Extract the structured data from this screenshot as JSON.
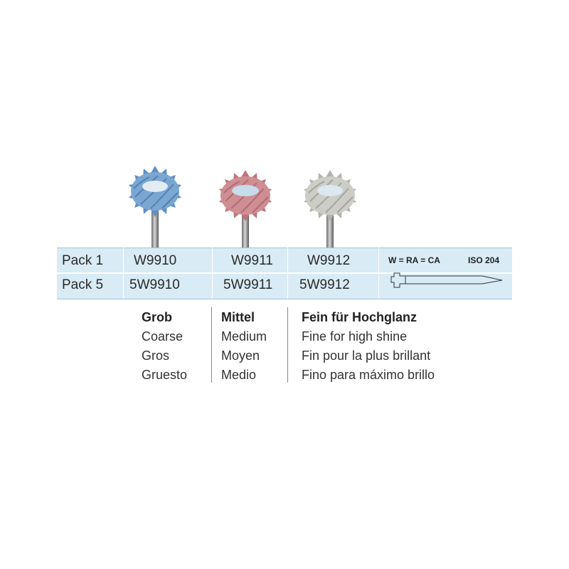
{
  "products": [
    {
      "color": "#7aa6d2",
      "pack1": "W9910",
      "pack5": "5W9910"
    },
    {
      "color": "#cf8e93",
      "pack1": "W9911",
      "pack5": "5W9911"
    },
    {
      "color": "#c8c8c2",
      "pack1": "W9912",
      "pack5": "5W9912"
    }
  ],
  "rows": {
    "pack1_label": "Pack 1",
    "pack5_label": "Pack 5"
  },
  "shank": {
    "type_label": "W = RA = CA",
    "iso_label": "ISO 204"
  },
  "grades": [
    {
      "head": "Grob",
      "lines": [
        "Coarse",
        "Gros",
        "Gruesto"
      ]
    },
    {
      "head": "Mittel",
      "lines": [
        "Medium",
        "Moyen",
        "Medio"
      ]
    },
    {
      "head": "Fein für Hochglanz",
      "lines": [
        "Fine for high shine",
        "Fin pour la plus brillant",
        "Fino para máximo brillo"
      ]
    }
  ]
}
